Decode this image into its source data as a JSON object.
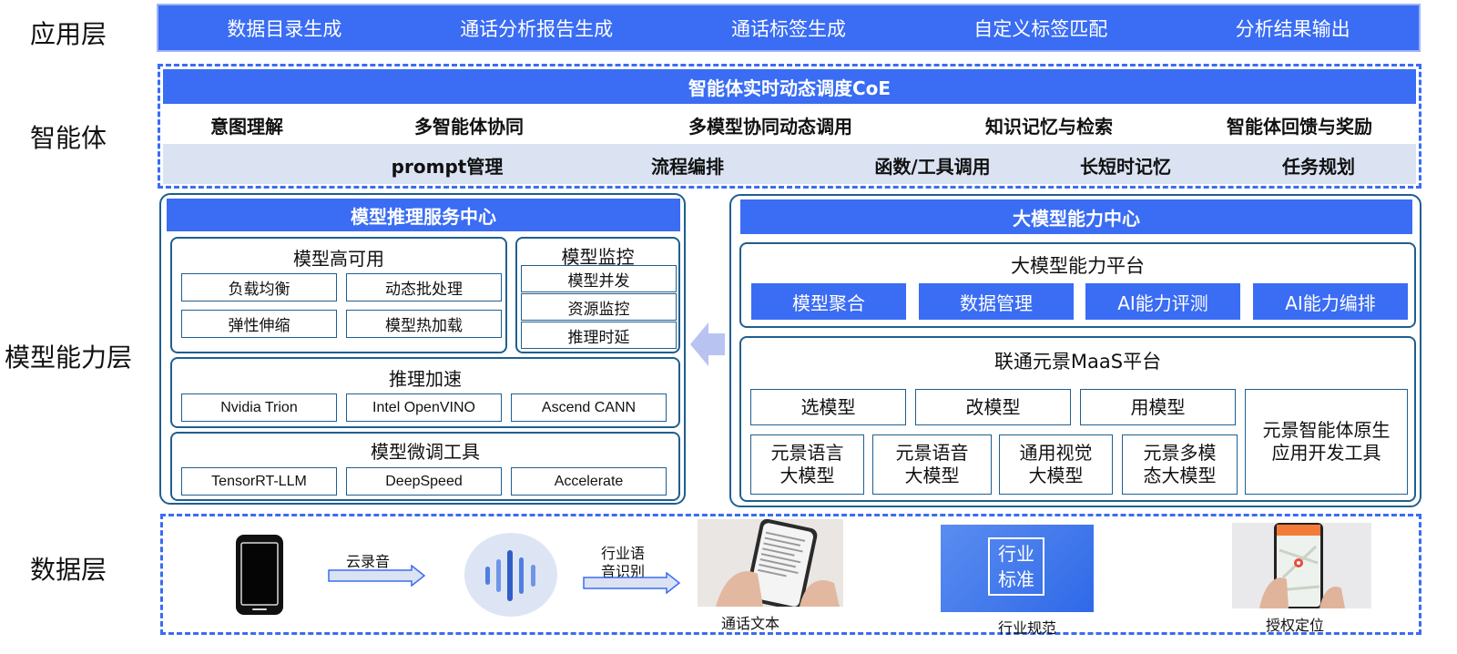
{
  "layers": {
    "application": "应用层",
    "agent": "智能体",
    "model": "模型能力层",
    "data": "数据层"
  },
  "application_items": [
    "数据目录生成",
    "通话分析报告生成",
    "通话标签生成",
    "自定义标签匹配",
    "分析结果输出"
  ],
  "agent": {
    "header": "智能体实时动态调度CoE",
    "row1": [
      "意图理解",
      "多智能体协同",
      "多模型协同动态调用",
      "知识记忆与检索",
      "智能体回馈与奖励"
    ],
    "row2": [
      "prompt管理",
      "流程编排",
      "函数/工具调用",
      "长短时记忆",
      "任务规划"
    ]
  },
  "inference_center": {
    "header": "模型推理服务中心",
    "ha": {
      "title": "模型高可用",
      "items": [
        "负载均衡",
        "动态批处理",
        "弹性伸缩",
        "模型热加载"
      ]
    },
    "monitor": {
      "title": "模型监控",
      "items": [
        "模型并发",
        "资源监控",
        "推理时延"
      ]
    },
    "accel": {
      "title": "推理加速",
      "items": [
        "Nvidia Trion",
        "Intel OpenVINO",
        "Ascend CANN"
      ]
    },
    "finetune": {
      "title": "模型微调工具",
      "items": [
        "TensorRT-LLM",
        "DeepSpeed",
        "Accelerate"
      ]
    }
  },
  "llm_center": {
    "header": "大模型能力中心",
    "platform": {
      "title": "大模型能力平台",
      "items": [
        "模型聚合",
        "数据管理",
        "AI能力评测",
        "AI能力编排"
      ]
    },
    "maas": {
      "title": "联通元景MaaS平台",
      "ops": [
        "选模型",
        "改模型",
        "用模型"
      ],
      "models": [
        "元景语言\n大模型",
        "元景语音\n大模型",
        "通用视觉\n大模型",
        "元景多模\n态大模型"
      ],
      "tool": "元景智能体原生\n应用开发工具"
    }
  },
  "data_layer": {
    "arrow1_label": "云录音",
    "arrow2_label": "行业语\n音识别",
    "captions": [
      "通话文本",
      "行业规范",
      "授权定位"
    ],
    "standard_sign": "行业\n标准"
  },
  "colors": {
    "accent": "#3a6cf4",
    "panel_border": "#1f5f8f",
    "light_row": "#dbe3f3",
    "arrow": "#b9c3f2"
  }
}
